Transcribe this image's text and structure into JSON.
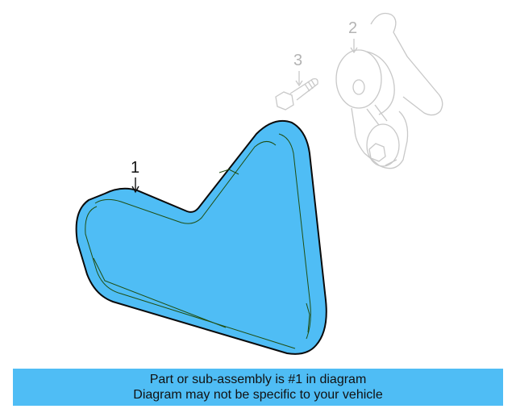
{
  "diagram": {
    "callouts": [
      {
        "number": "1",
        "part": "serpentine-belt",
        "highlighted": true
      },
      {
        "number": "2",
        "part": "belt-tensioner",
        "highlighted": false
      },
      {
        "number": "3",
        "part": "bolt",
        "highlighted": false
      }
    ],
    "colors": {
      "highlight_fill": "#4fbdf5",
      "highlight_outline": "#0a0a0a",
      "ghost_outline": "#c8c8c8",
      "ghost_label": "#b4b4b4"
    }
  },
  "banner": {
    "line1": "Part or sub-assembly is #1 in diagram",
    "line2": "Diagram may not be specific to your vehicle",
    "background": "#4fbdf5"
  }
}
